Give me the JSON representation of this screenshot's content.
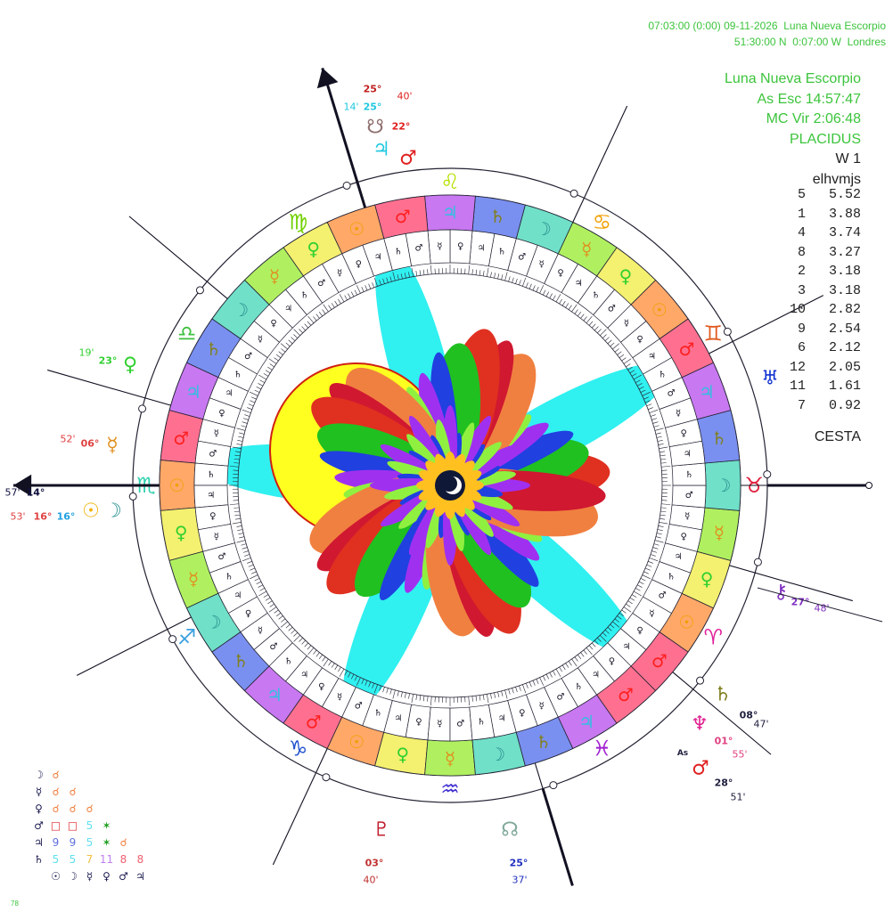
{
  "header": {
    "line1": "07:03:00 (0:00) 09-11-2026  Luna Nueva Escorpio",
    "line2": "51:30:00 N  0:07:00 W  Londres"
  },
  "panel": {
    "title": "Luna Nueva Escorpio",
    "asc": "As Esc  14:57:47",
    "mc": "MC Vir   2:06:48",
    "system": "PLACIDUS",
    "w": "W 1",
    "code": "elhvmjs",
    "scores": [
      {
        "house": "5",
        "value": "5.52"
      },
      {
        "house": "1",
        "value": "3.88"
      },
      {
        "house": "4",
        "value": "3.74"
      },
      {
        "house": "8",
        "value": "3.27"
      },
      {
        "house": "2",
        "value": "3.18"
      },
      {
        "house": "3",
        "value": "3.18"
      },
      {
        "house": "10",
        "value": "2.82"
      },
      {
        "house": "9",
        "value": "2.54"
      },
      {
        "house": "6",
        "value": "2.12"
      },
      {
        "house": "12",
        "value": "2.05"
      },
      {
        "house": "11",
        "value": "1.61"
      },
      {
        "house": "7",
        "value": "0.92"
      }
    ],
    "footer": "CESTA"
  },
  "signs": [
    {
      "name": "aries",
      "glyph": "♈",
      "color": "#e0209a"
    },
    {
      "name": "taurus",
      "glyph": "♉",
      "color": "#e0203c"
    },
    {
      "name": "gemini",
      "glyph": "♊",
      "color": "#e05a20"
    },
    {
      "name": "cancer",
      "glyph": "♋",
      "color": "#f0a000"
    },
    {
      "name": "leo",
      "glyph": "♌",
      "color": "#b6e000"
    },
    {
      "name": "virgo",
      "glyph": "♍",
      "color": "#70d000"
    },
    {
      "name": "libra",
      "glyph": "♎",
      "color": "#40c040"
    },
    {
      "name": "scorpio",
      "glyph": "♏",
      "color": "#2ed0b0"
    },
    {
      "name": "sagittarius",
      "glyph": "♐",
      "color": "#3aa0e0"
    },
    {
      "name": "capricorn",
      "glyph": "♑",
      "color": "#2050d0"
    },
    {
      "name": "aquarius",
      "glyph": "♒",
      "color": "#4030d0"
    },
    {
      "name": "pisces",
      "glyph": "♓",
      "color": "#a020d0"
    }
  ],
  "planet_styles": {
    "mars": {
      "glyph": "♂",
      "color": "#ff2020",
      "fill": "#ff7090"
    },
    "sun": {
      "glyph": "☉",
      "color": "#f0a000",
      "fill": "#ffa868"
    },
    "venus": {
      "glyph": "♀",
      "color": "#30d030",
      "fill": "#f4f070"
    },
    "mercury": {
      "glyph": "☿",
      "color": "#e09020",
      "fill": "#b0f060"
    },
    "moon": {
      "glyph": "☽",
      "color": "#2a9090",
      "fill": "#70e0c8"
    },
    "saturn": {
      "glyph": "♄",
      "color": "#808020",
      "fill": "#7a90f0"
    },
    "jupiter": {
      "glyph": "♃",
      "color": "#30c0e0",
      "fill": "#c878f0"
    }
  },
  "decans": [
    "mars",
    "sun",
    "venus",
    "mercury",
    "moon",
    "saturn",
    "jupiter",
    "mars",
    "sun",
    "venus",
    "mercury",
    "moon",
    "saturn",
    "jupiter",
    "mars",
    "sun",
    "venus",
    "mercury",
    "moon",
    "saturn",
    "jupiter",
    "mars",
    "sun",
    "venus",
    "mercury",
    "moon",
    "saturn",
    "jupiter",
    "mars",
    "sun",
    "venus",
    "mercury",
    "moon",
    "saturn",
    "jupiter",
    "mars"
  ],
  "terms_pattern": [
    "♃",
    "♀",
    "☿",
    "♂",
    "♄"
  ],
  "house_cusps_deg": [
    180,
    207,
    245,
    287,
    320,
    344,
    0,
    27,
    65,
    107,
    140,
    164
  ],
  "planets": [
    {
      "id": "mars",
      "glyph": "♂",
      "color": "#e02020",
      "deg": "22°",
      "min": "40'",
      "deg_color": "#e02020"
    },
    {
      "id": "jupiter",
      "glyph": "♃",
      "color": "#20c8e0",
      "deg": "25°",
      "min": "14'",
      "deg_color": "#20c8e0"
    },
    {
      "id": "south-node",
      "glyph": "☋",
      "color": "#907070",
      "deg": "25°",
      "min": "",
      "deg_color": "#c02020"
    },
    {
      "id": "venus",
      "glyph": "♀",
      "color": "#30d030",
      "deg": "23°",
      "min": "19'",
      "deg_color": "#30d030"
    },
    {
      "id": "mercury",
      "glyph": "☿",
      "color": "#e09020",
      "deg": "06°",
      "min": "52'",
      "deg_color": "#e04040"
    },
    {
      "id": "asc-point",
      "glyph": "",
      "color": "#101040",
      "deg": "14°",
      "min": "57'",
      "deg_color": "#101040"
    },
    {
      "id": "sun",
      "glyph": "☉",
      "color": "#f0b000",
      "deg": "16°",
      "min": "53'",
      "deg_color": "#e04040"
    },
    {
      "id": "moon",
      "glyph": "☽",
      "color": "#2a9090",
      "deg": "16°",
      "min": "",
      "deg_color": "#20a0e0"
    },
    {
      "id": "uranus",
      "glyph": "♅",
      "color": "#1030d0",
      "deg": "",
      "min": "",
      "deg_color": "#1030d0"
    },
    {
      "id": "chiron",
      "glyph": "⚷",
      "color": "#8030c0",
      "deg": "27°",
      "min": "48'",
      "deg_color": "#8030c0"
    },
    {
      "id": "saturn",
      "glyph": "♄",
      "color": "#808020",
      "deg": "08°",
      "min": "47'",
      "deg_color": "#202040"
    },
    {
      "id": "neptune",
      "glyph": "♆",
      "color": "#e02090",
      "deg": "01°",
      "min": "55'",
      "deg_color": "#e04080"
    },
    {
      "id": "ascendant-ref",
      "glyph": "♂",
      "color": "#e02020",
      "deg": "28°",
      "min": "51'",
      "deg_color": "#202040",
      "tag": "As"
    },
    {
      "id": "pluto",
      "glyph": "♇",
      "color": "#c02030",
      "deg": "03°",
      "min": "40'",
      "deg_color": "#c03030"
    },
    {
      "id": "north-node",
      "glyph": "☊",
      "color": "#80a898",
      "deg": "25°",
      "min": "37'",
      "deg_color": "#2030c0"
    }
  ],
  "aspect_grid": {
    "rows": [
      {
        "planet": "☽",
        "cells": [
          {
            "t": "☌",
            "c": "#f08040"
          }
        ]
      },
      {
        "planet": "☿",
        "cells": [
          {
            "t": "☌",
            "c": "#f08040"
          },
          {
            "t": "☌",
            "c": "#f08040"
          }
        ]
      },
      {
        "planet": "♀",
        "cells": [
          {
            "t": "☌",
            "c": "#f08040"
          },
          {
            "t": "☌",
            "c": "#f08040"
          },
          {
            "t": "☌",
            "c": "#f08040"
          }
        ]
      },
      {
        "planet": "♂",
        "cells": [
          {
            "t": "□",
            "c": "#e02020"
          },
          {
            "t": "□",
            "c": "#e02020"
          },
          {
            "t": "5",
            "c": "#60e0f0"
          },
          {
            "t": "✶",
            "c": "#20a020"
          }
        ]
      },
      {
        "planet": "♃",
        "cells": [
          {
            "t": "9",
            "c": "#6070e0"
          },
          {
            "t": "9",
            "c": "#6070e0"
          },
          {
            "t": "5",
            "c": "#60e0f0"
          },
          {
            "t": "✶",
            "c": "#20a020"
          },
          {
            "t": "☌",
            "c": "#f08040"
          }
        ]
      },
      {
        "planet": "♄",
        "cells": [
          {
            "t": "5",
            "c": "#60e0f0"
          },
          {
            "t": "5",
            "c": "#60e0f0"
          },
          {
            "t": "7",
            "c": "#f0c040"
          },
          {
            "t": "11",
            "c": "#c080f0"
          },
          {
            "t": "8",
            "c": "#f06070"
          },
          {
            "t": "8",
            "c": "#f06070"
          }
        ]
      }
    ],
    "columns": [
      "☉",
      "☽",
      "☿",
      "♀",
      "♂",
      "♃"
    ],
    "footer_number": "78"
  },
  "colors": {
    "petals": [
      "#e03020",
      "#20c020",
      "#2040e0",
      "#a030f0",
      "#90f040",
      "#20d090",
      "#f08040",
      "#d01830"
    ],
    "cyan": "#30f0f0",
    "yellow": "#ffff20",
    "star": "#ffc020",
    "medallion": "#101838"
  }
}
